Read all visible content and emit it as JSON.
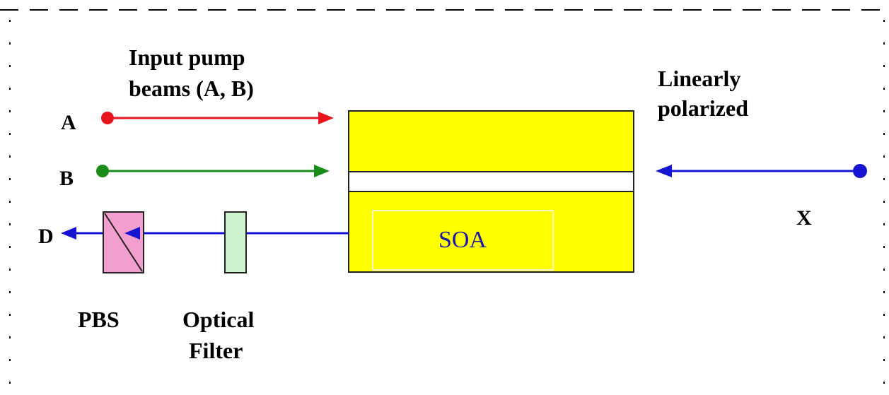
{
  "labels": {
    "input_pump_line1": "Input pump",
    "input_pump_line2": "beams (A, B)",
    "linearly_line1": "Linearly",
    "linearly_line2": "polarized",
    "beam_a": "A",
    "beam_b": "B",
    "beam_d": "D",
    "beam_x": "X",
    "soa": "SOA",
    "pbs": "PBS",
    "optical_filter_line1": "Optical",
    "optical_filter_line2": "Filter"
  },
  "colors": {
    "beam_a": "#e8141e",
    "beam_b": "#1a8c1a",
    "beam_x": "#1414d2",
    "beam_d": "#1414d2",
    "soa_fill": "#ffff00",
    "pbs_fill": "#f29ecf",
    "filter_fill": "#cdf2cd",
    "border_dash": "#000000"
  }
}
